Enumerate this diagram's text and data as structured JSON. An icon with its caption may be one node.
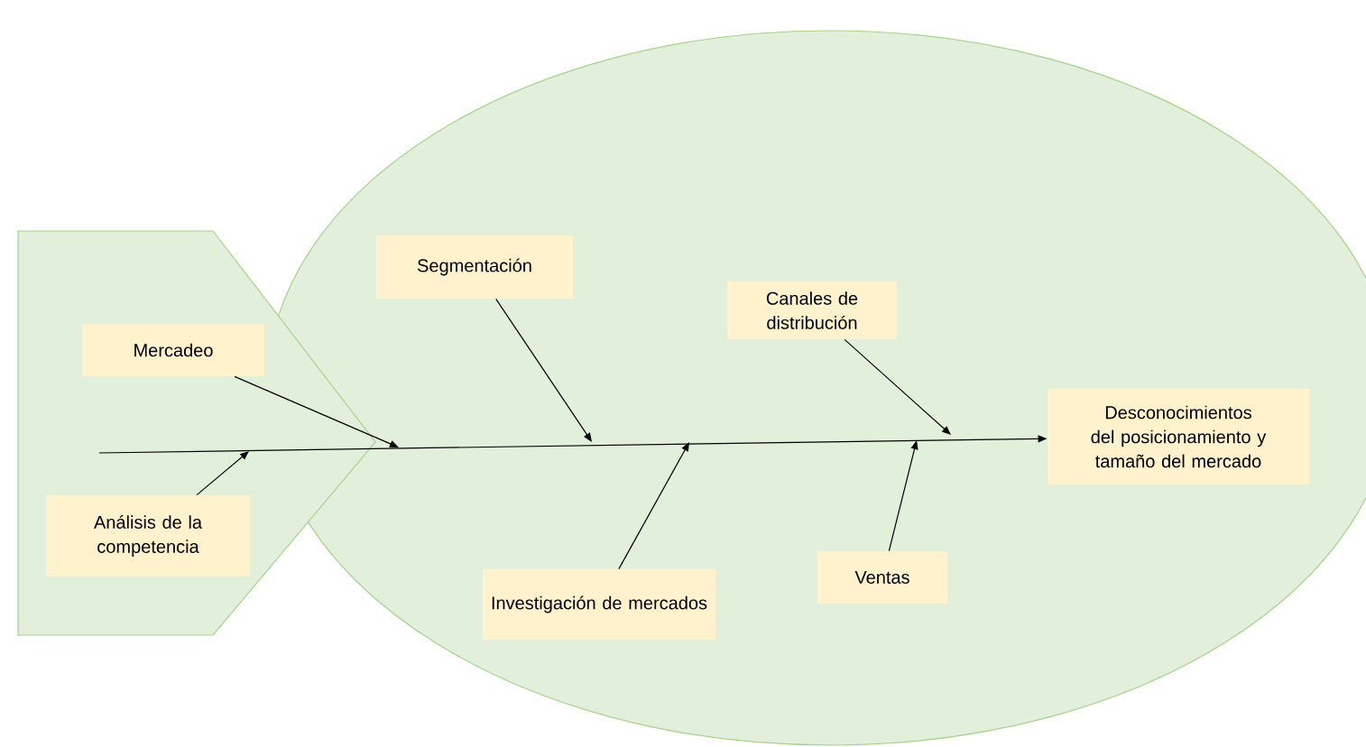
{
  "diagram": {
    "nodes": [
      {
        "text": [
          "Segmentación"
        ]
      },
      {
        "text": [
          "Canales de distribución"
        ]
      },
      {
        "text": [
          "Mercadeo"
        ]
      },
      {
        "text": [
          "Desconocimientos del posicionamiento y tamaño del mercado"
        ]
      },
      {
        "text": [
          "Análisis de la competencia"
        ]
      },
      {
        "text": [
          "Investigación de mercados"
        ]
      },
      {
        "text": [
          "Ventas"
        ]
      }
    ],
    "edges": [
      {
        "from": null,
        "to": 3,
        "arrow": "to"
      },
      {
        "from": 0,
        "to": null,
        "arrow": "to"
      },
      {
        "from": 1,
        "to": null,
        "arrow": "to"
      },
      {
        "from": 2,
        "to": null,
        "arrow": "to"
      },
      {
        "from": 4,
        "to": null,
        "arrow": "to"
      },
      {
        "from": 5,
        "to": null,
        "arrow": "to"
      },
      {
        "from": 6,
        "to": null,
        "arrow": "to"
      }
    ]
  }
}
